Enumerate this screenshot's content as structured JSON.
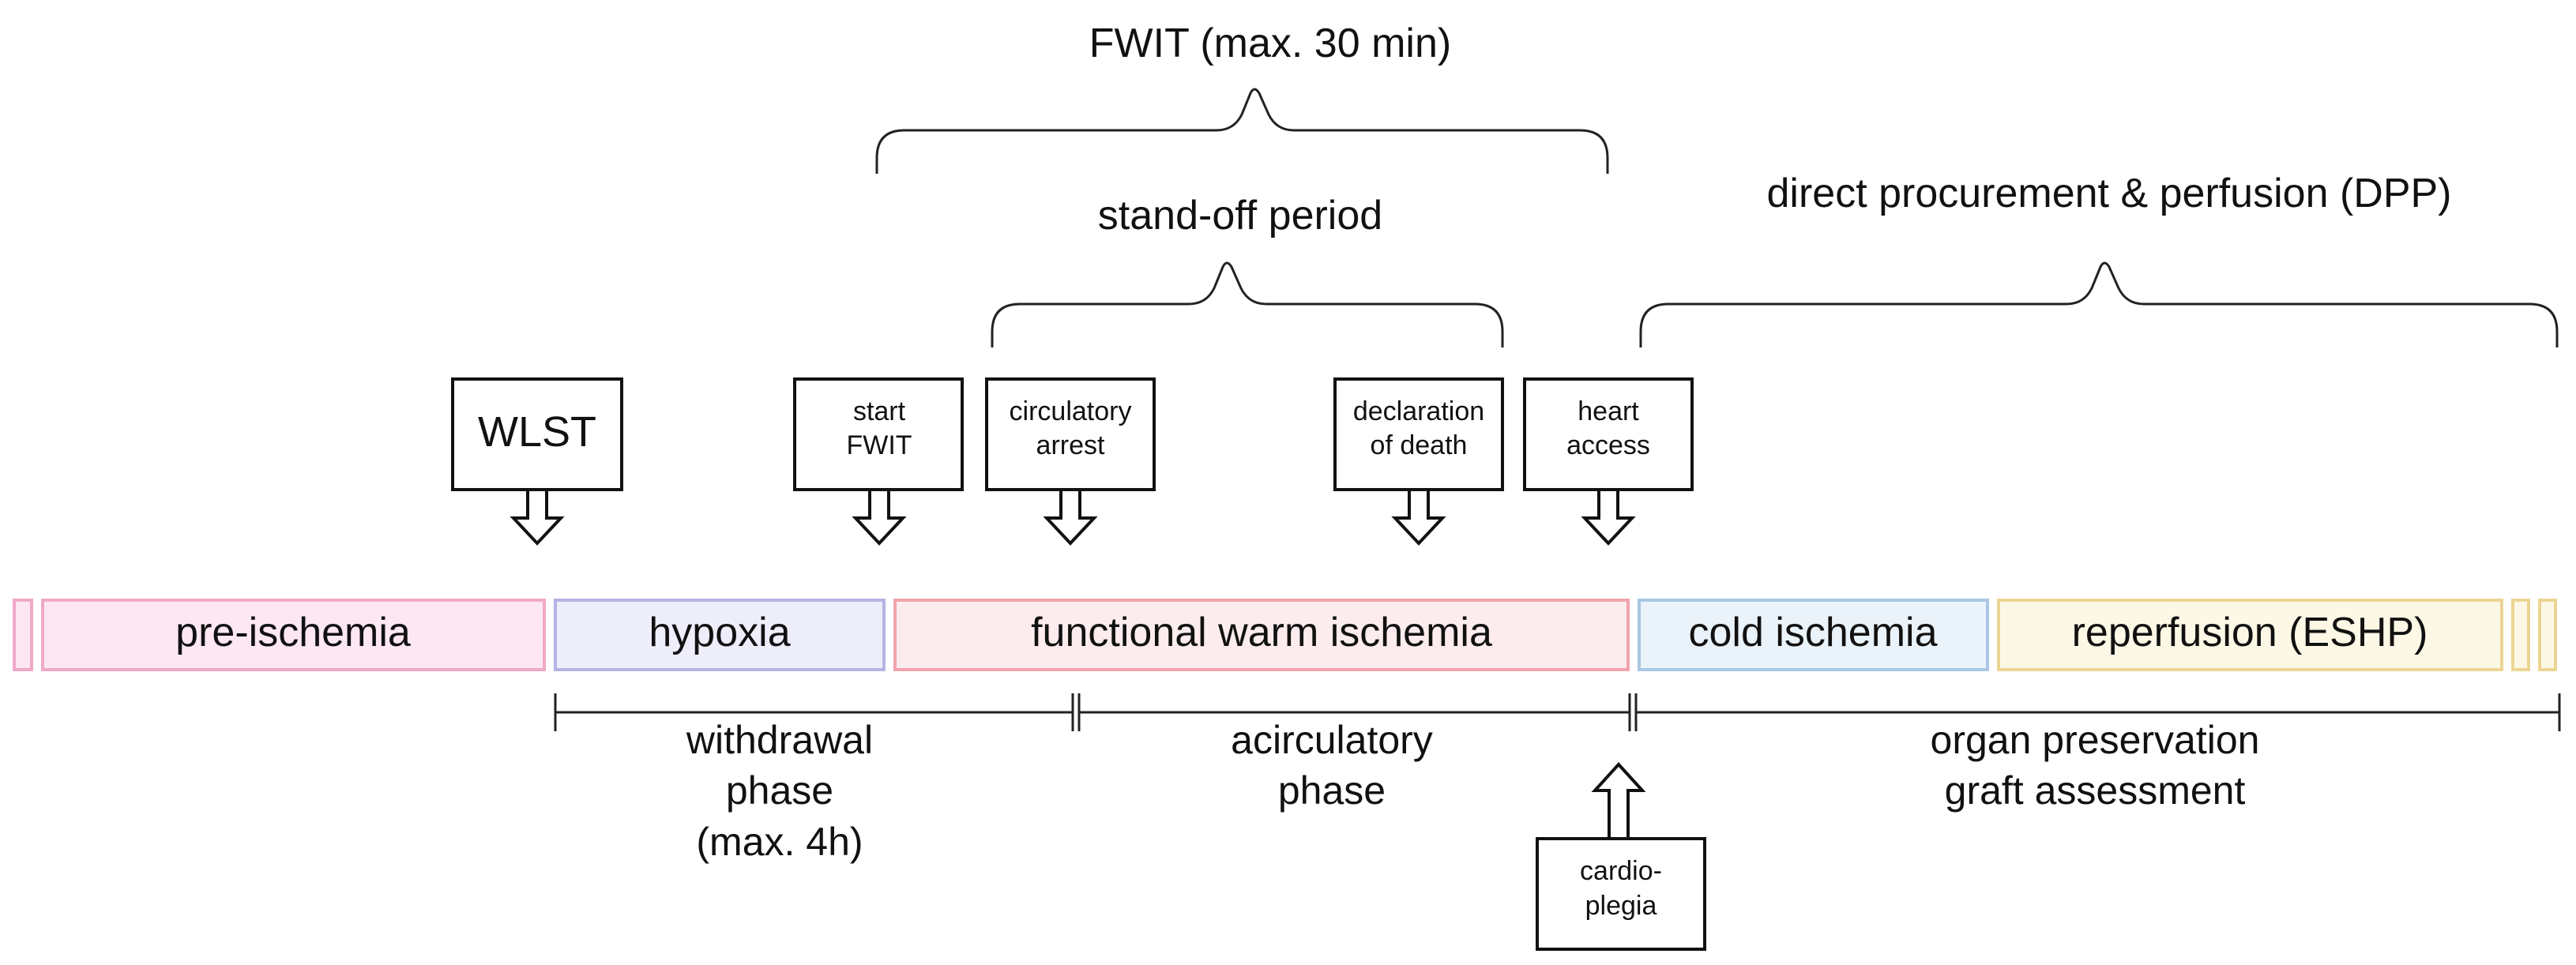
{
  "brackets": {
    "fwit": "FWIT (max. 30 min)",
    "standoff": "stand-off period",
    "dpp": "direct procurement & perfusion (DPP)"
  },
  "markers": {
    "wlst": "WLST",
    "start_fwit": [
      "start",
      "FWIT"
    ],
    "circulatory_arrest": [
      "circulatory",
      "arrest"
    ],
    "declaration_of_death": [
      "declaration",
      "of death"
    ],
    "heart_access": [
      "heart",
      "access"
    ],
    "cardioplegia": [
      "cardio-",
      "plegia"
    ]
  },
  "stages": [
    {
      "label": "pre-ischemia",
      "fill": "#fde7f3",
      "stroke": "#f0a9c7"
    },
    {
      "label": "hypoxia",
      "fill": "#eeeefb",
      "stroke": "#b4b4e4"
    },
    {
      "label": "functional warm ischemia",
      "fill": "#fdecee",
      "stroke": "#f1a3ab"
    },
    {
      "label": "cold ischemia",
      "fill": "#ebf3fa",
      "stroke": "#a9c7e4"
    },
    {
      "label": "reperfusion (ESHP)",
      "fill": "#fdf8e6",
      "stroke": "#ecd493"
    }
  ],
  "phases": {
    "withdrawal": [
      "withdrawal",
      "phase",
      "(max. 4h)"
    ],
    "acirculatory": [
      "acirculatory",
      "phase"
    ],
    "preservation": [
      "organ preservation",
      "graft assessment"
    ]
  }
}
